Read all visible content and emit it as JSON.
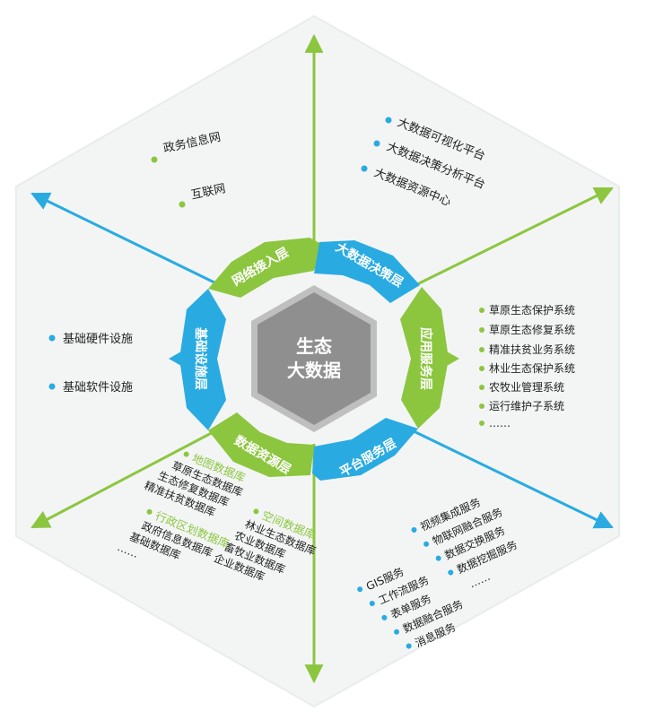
{
  "colors": {
    "green": "#8cc63f",
    "blue": "#29abe2",
    "center": "#8f8f8f",
    "hexBg": "#f3f5f5"
  },
  "center": {
    "line1": "生态",
    "line2": "大数据"
  },
  "layers": {
    "network": "网络接入层",
    "decision": "大数据决策层",
    "application": "应用服务层",
    "platform": "平台服务层",
    "resource": "数据资源层",
    "infrastructure": "基础设施层"
  },
  "network_items": [
    "政务信息网",
    "互联网"
  ],
  "decision_items": [
    "大数据可视化平台",
    "大数据决策分析平台",
    "大数据资源中心"
  ],
  "application_items": [
    "草原生态保护系统",
    "草原生态修复系统",
    "精准扶贫业务系统",
    "林业生态保护系统",
    "农牧业管理系统",
    "运行维护子系统",
    "……"
  ],
  "infrastructure_items": [
    "基础硬件设施",
    "基础软件设施"
  ],
  "resource": {
    "group1_title": "地图数据库",
    "group1_items": [
      "草原生态数据库",
      "生态修复数据库",
      "精准扶贫数据库"
    ],
    "group2_title": "空间数据库",
    "group2_items": [
      "林业生态数据库",
      "农业数据库",
      "畜牧业数据库",
      "企业数据库"
    ],
    "group3_title": "行政区划数据库",
    "group3_items": [
      "政府信息数据库",
      "基础数据库",
      "……"
    ]
  },
  "platform": {
    "col1": [
      "GIS服务",
      "工作流服务",
      "表单服务",
      "数据融合服务",
      "消息服务"
    ],
    "col2": [
      "视频集成服务",
      "物联网融合服务",
      "数据交换服务",
      "数据挖掘服务",
      "……"
    ]
  }
}
